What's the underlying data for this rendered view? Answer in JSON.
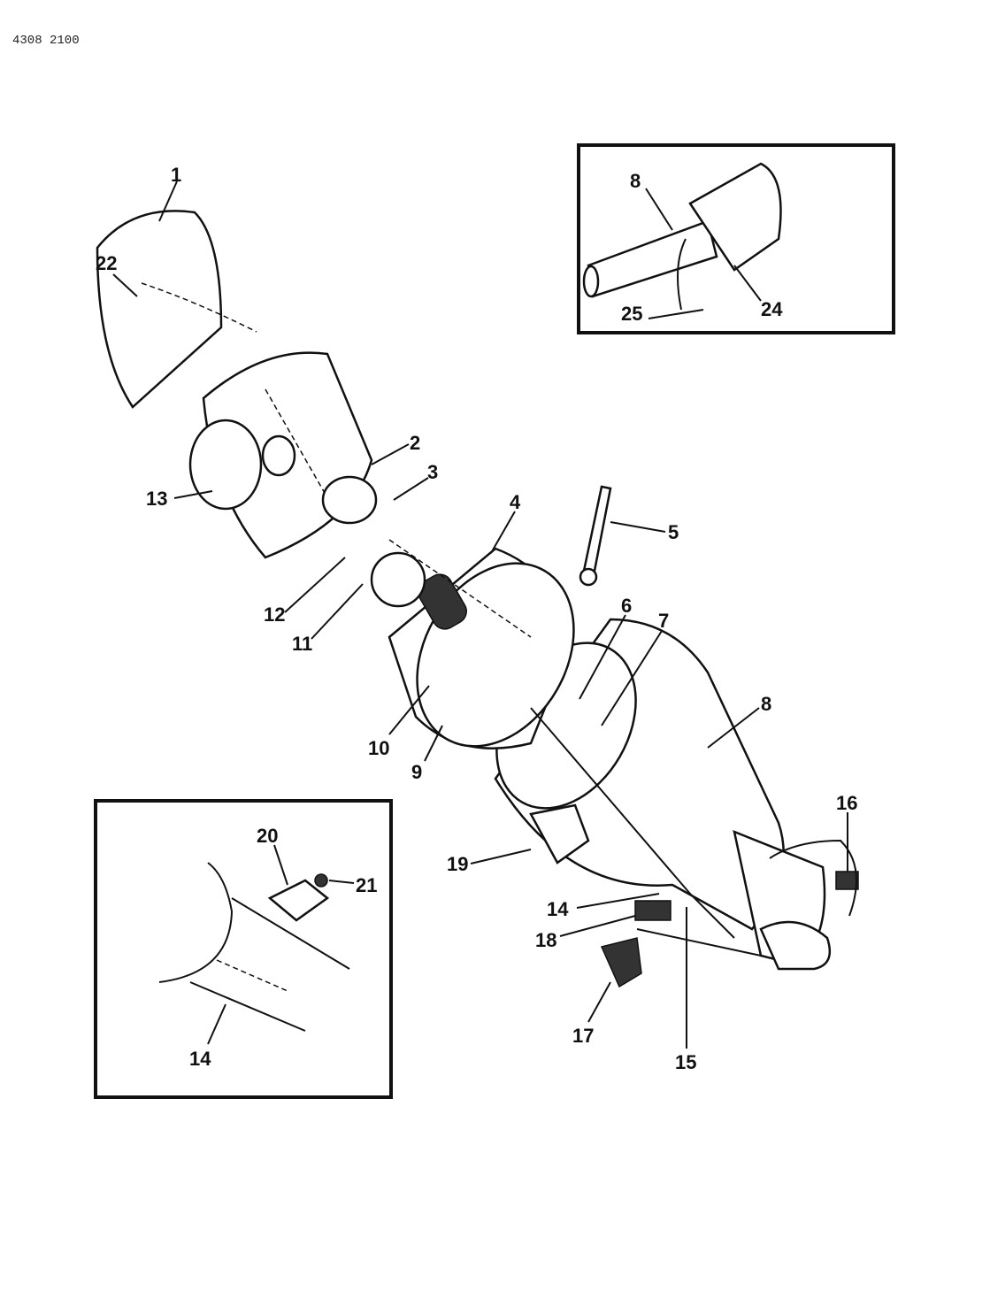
{
  "header": {
    "document_number": "4308 2100"
  },
  "callouts": {
    "c1": "1",
    "c2": "2",
    "c3": "3",
    "c4": "4",
    "c5": "5",
    "c6": "6",
    "c7": "7",
    "c8": "8",
    "c9": "9",
    "c10": "10",
    "c11": "11",
    "c12": "12",
    "c13": "13",
    "c14": "14",
    "c15": "15",
    "c16": "16",
    "c17": "17",
    "c18": "18",
    "c19": "19",
    "c22": "22"
  },
  "inset_top": {
    "c8": "8",
    "c24": "24",
    "c25": "25"
  },
  "inset_bottom": {
    "c14": "14",
    "c20": "20",
    "c21": "21"
  }
}
